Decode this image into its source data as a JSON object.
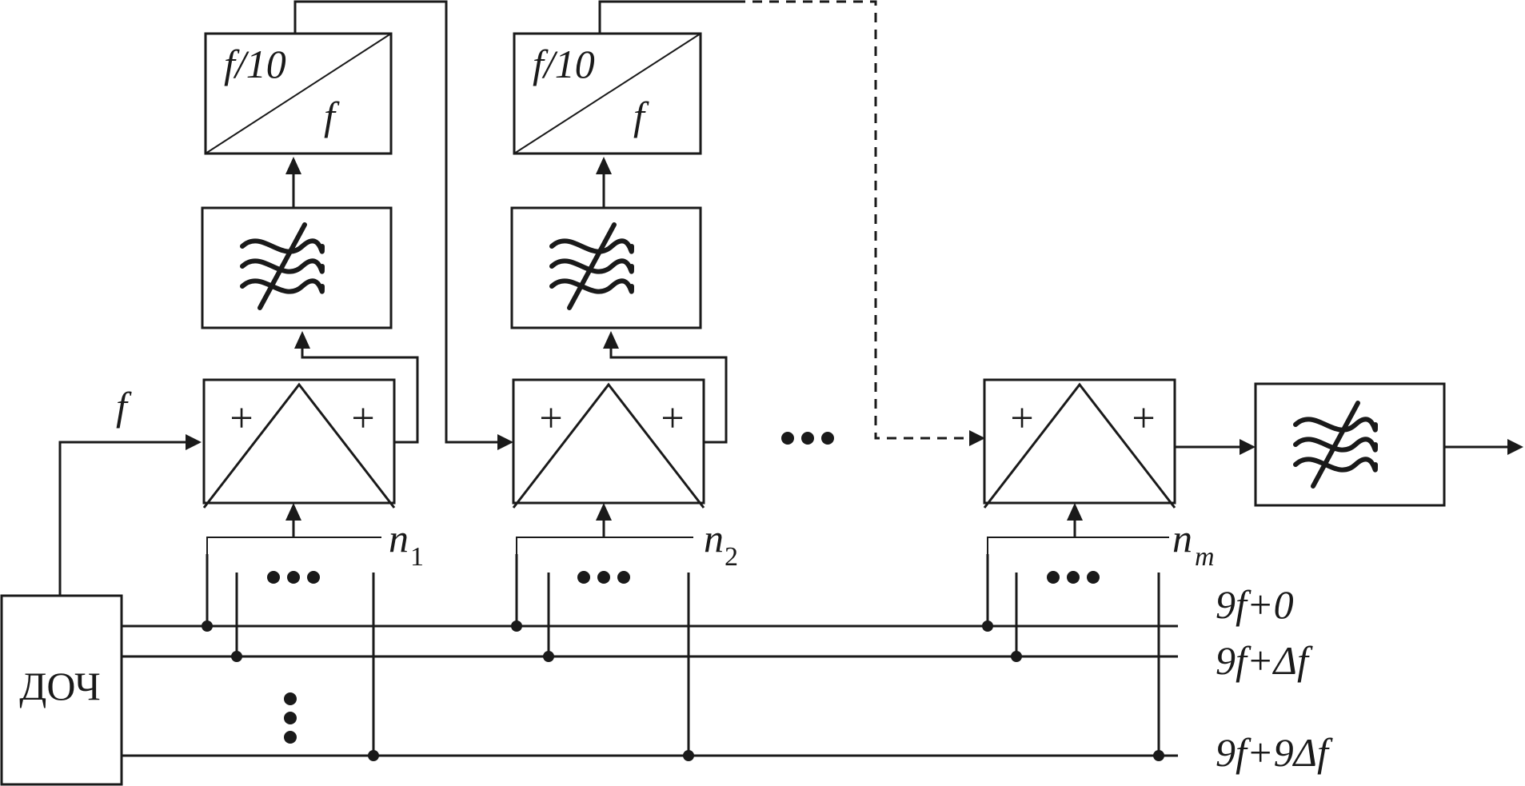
{
  "source_label": "ДОЧ",
  "input_freq_label": "f",
  "divider": {
    "top_label": "f/10",
    "bottom_label": "f"
  },
  "mixer_sign": "+",
  "dots": "•••",
  "selectors": [
    {
      "name": "n",
      "sub": "1"
    },
    {
      "name": "n",
      "sub": "2"
    },
    {
      "name": "n",
      "sub": "m"
    }
  ],
  "bus_labels": [
    "9f+0",
    "9f+Δf",
    "9f+9Δf"
  ],
  "wave_icon": "filter-icon"
}
